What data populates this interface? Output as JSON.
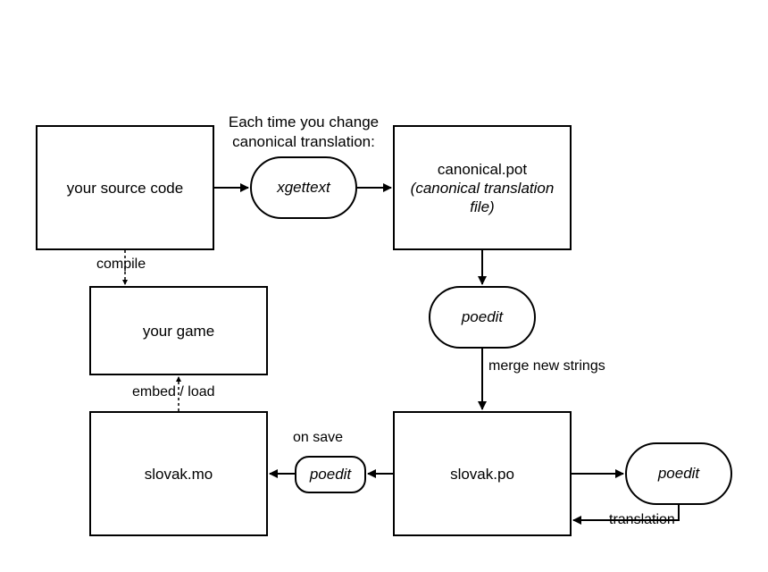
{
  "nodes": {
    "source": "your source code",
    "xgettext": "xgettext",
    "pot_line1": "canonical.pot",
    "pot_line2": "(canonical translation file)",
    "poedit_merge": "poedit",
    "game": "your game",
    "mo": "slovak.mo",
    "po": "slovak.po",
    "poedit_save": "poedit",
    "poedit_translate": "poedit"
  },
  "labels": {
    "each_time": "Each time you change canonical translation:",
    "compile": "compile",
    "merge": "merge new strings",
    "embed": "embed / load",
    "on_save": "on save",
    "translation": "translation"
  }
}
